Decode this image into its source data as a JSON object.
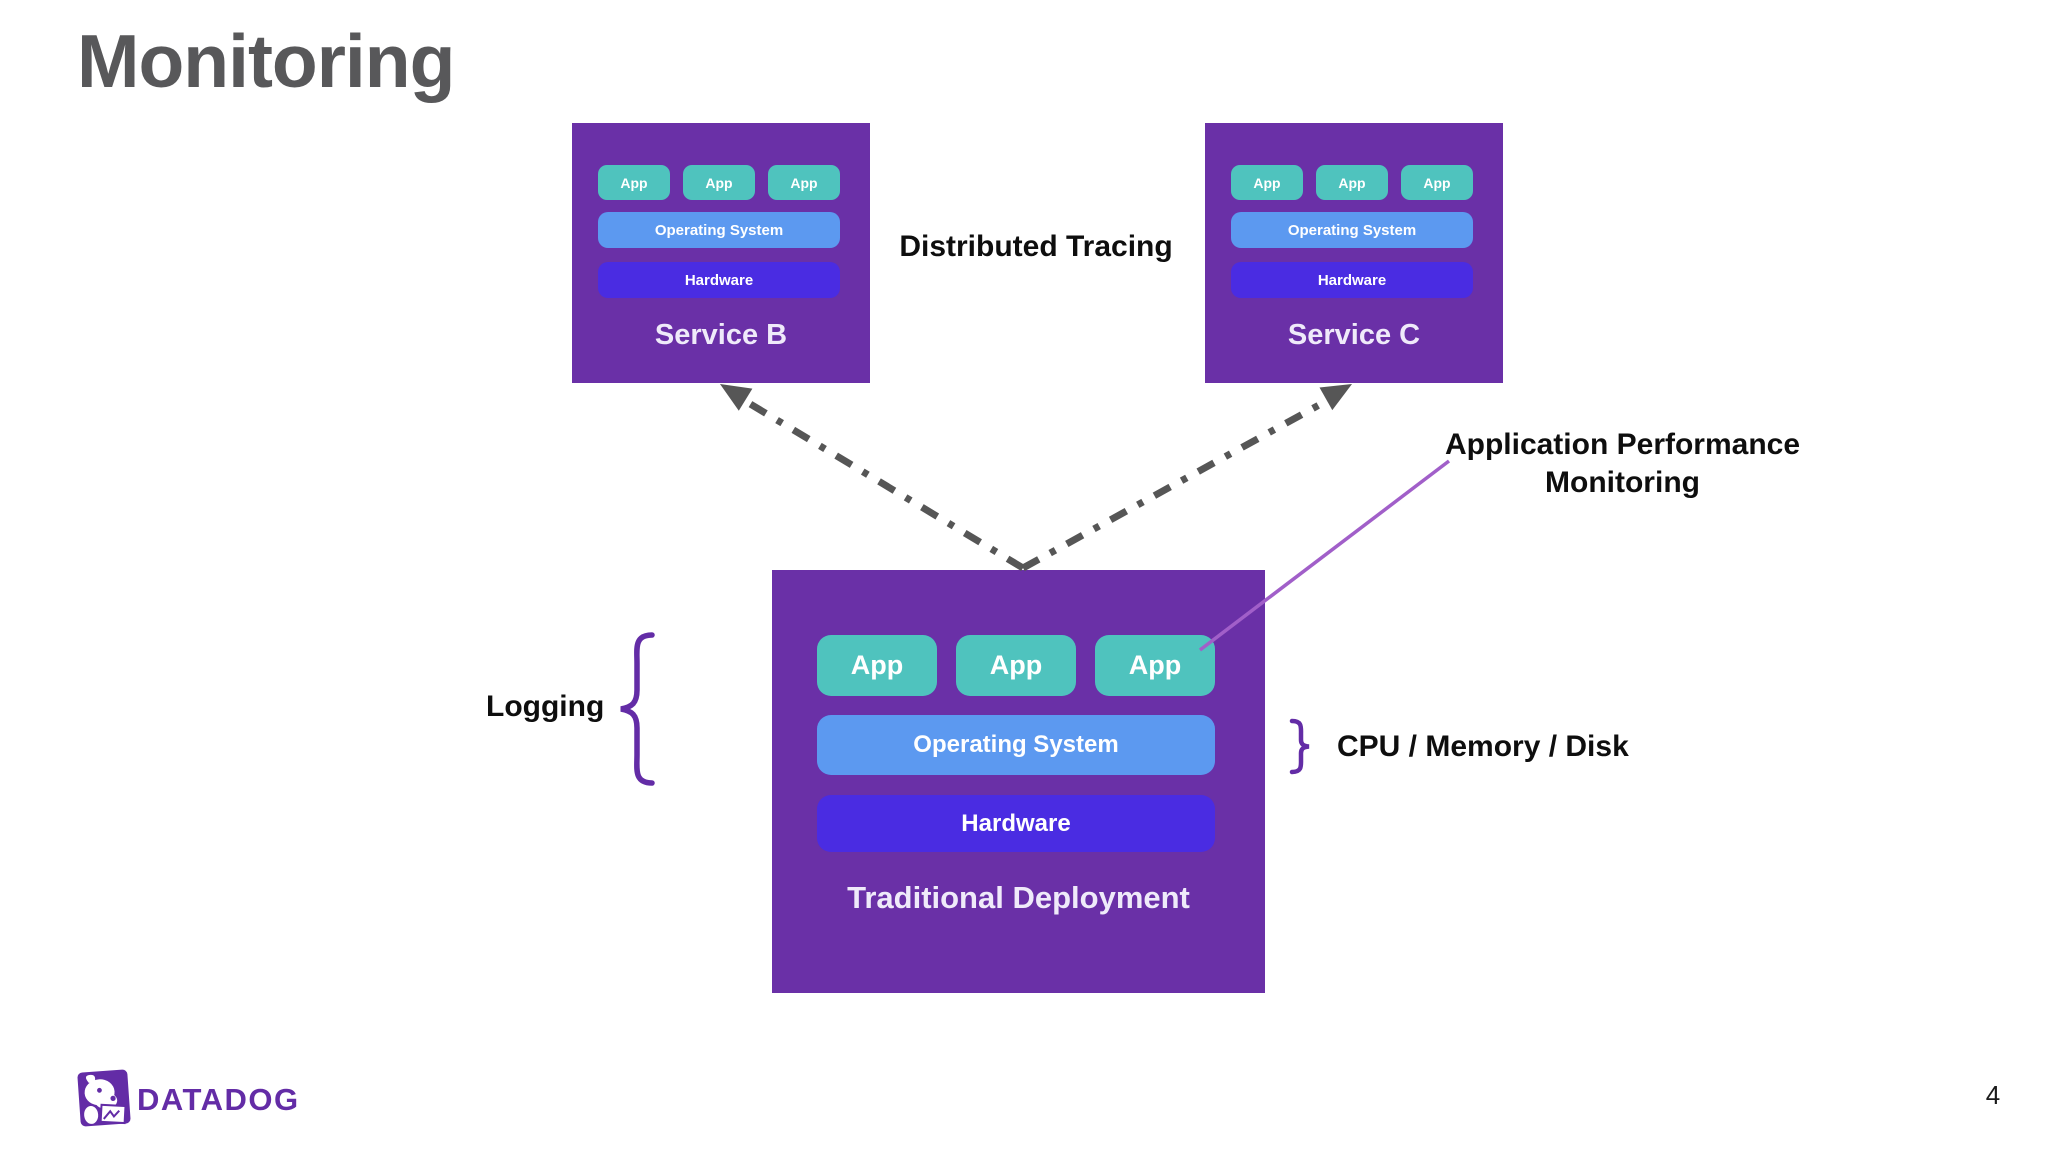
{
  "slide": {
    "title": "Monitoring",
    "page_number": "4",
    "logo_text": "DATADOG"
  },
  "labels": {
    "distributed_tracing": "Distributed Tracing",
    "apm_line1": "Application Performance",
    "apm_line2": "Monitoring",
    "logging": "Logging",
    "cpu_memory_disk": "CPU / Memory / Disk"
  },
  "stacks": {
    "service_b": {
      "name": "Service B",
      "apps": [
        "App",
        "App",
        "App"
      ],
      "os": "Operating System",
      "hardware": "Hardware"
    },
    "service_c": {
      "name": "Service C",
      "apps": [
        "App",
        "App",
        "App"
      ],
      "os": "Operating System",
      "hardware": "Hardware"
    },
    "traditional": {
      "name": "Traditional Deployment",
      "apps": [
        "App",
        "App",
        "App"
      ],
      "os": "Operating System",
      "hardware": "Hardware"
    }
  },
  "colors": {
    "box_purple": "#6A30A7",
    "app_teal": "#4FC3BE",
    "os_blue": "#5C99F0",
    "hardware_indigo": "#4A2CE2",
    "brace_purple": "#632CA6",
    "apm_line_purple": "#A15FC9",
    "arrow_gray": "#565656",
    "title_gray": "#58585A",
    "datadog_purple": "#632CA6"
  }
}
